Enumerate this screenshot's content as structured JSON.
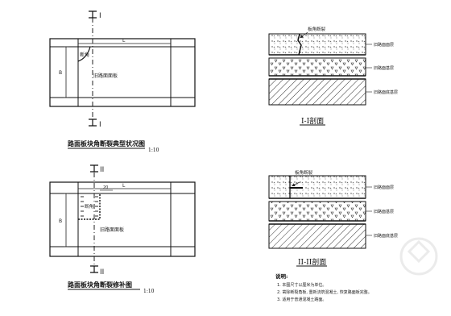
{
  "top_plan": {
    "section_mark_top": "I",
    "section_mark_bottom": "I",
    "dim_width": "L",
    "dim_height": "B",
    "corner_label": "断角",
    "slab_label": "旧路面面板",
    "caption": "路面板块角断裂典型状况图",
    "scale": "1:10"
  },
  "bottom_plan": {
    "section_mark_top": "II",
    "section_mark_bottom": "II",
    "dim_width": "L",
    "dim_small": "20",
    "dim_height": "B",
    "corner_label": "断角",
    "slab_label": "旧路面面板",
    "caption": "路面板块角断裂修补图",
    "scale": "1:10"
  },
  "section_1": {
    "crack_label": "板角断裂",
    "layer_labels": [
      "旧路面面层",
      "旧路面基层",
      "旧路面底基层"
    ],
    "title": "I-I剖面"
  },
  "section_2": {
    "crack_label": "板角断裂",
    "layer_labels": [
      "旧路面面层",
      "旧路面基层",
      "旧路面底基层"
    ],
    "title": "II-II剖面"
  },
  "notes": {
    "heading": "说明:",
    "lines": [
      "1. 本图尺寸以厘米为单位。",
      "2. 凿除断裂角板, 重新浇筑混凝土, 恢复路面板完整。",
      "3. 适用于普通混凝土路面。"
    ]
  }
}
